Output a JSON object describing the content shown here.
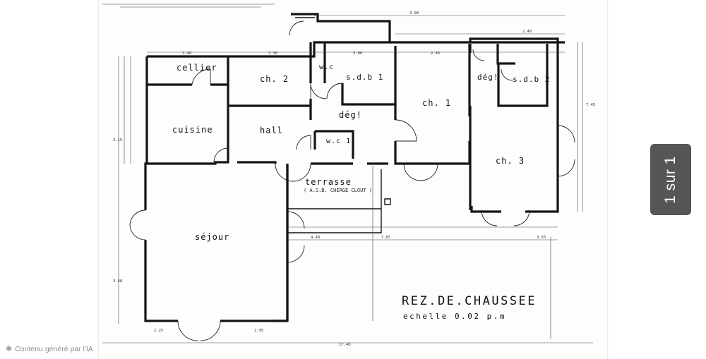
{
  "plan": {
    "rooms": {
      "cellier": "cellier",
      "ch2": "ch. 2",
      "wc": "w.c",
      "sdb1": "s.d.b 1",
      "ch1": "ch. 1",
      "deg1": "dég!",
      "deg2": "dég!",
      "sdb2": "s.d.b 2",
      "cuisine": "cuisine",
      "hall": "hall",
      "wc1": "w.c 1",
      "ch3": "ch. 3",
      "terrasse": "terrasse",
      "terrasse_note": "( A.S.B. CHERGE CLOUT )",
      "sejour": "séjour"
    },
    "title": "REZ.DE.CHAUSSEE",
    "scale": "echelle 0.02 p.m"
  },
  "viewer": {
    "page_indicator": "1 sur 1",
    "ai_notice": "Contenu généré par l'IA",
    "ai_icon": "sparkle-icon"
  },
  "colors": {
    "badge_bg": "#565656",
    "ink": "#141414",
    "paper": "#fdfdfb"
  }
}
